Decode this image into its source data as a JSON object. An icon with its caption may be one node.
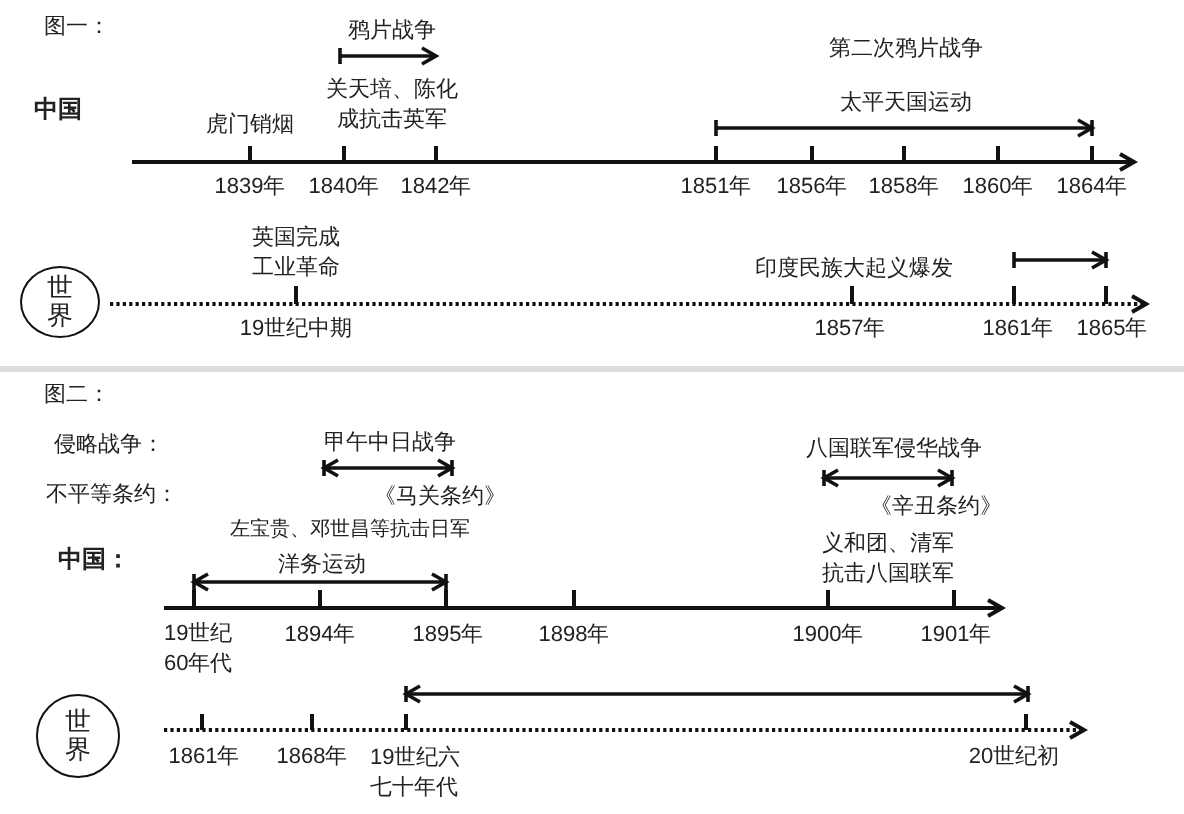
{
  "diagram": {
    "nodes": [
      {
        "text": [
          "世界"
        ]
      },
      {
        "text": [
          "世界"
        ]
      }
    ],
    "labels": [
      "图一：",
      "鸦片战争",
      "第二次鸦片战争",
      "中国",
      "虎门销烟",
      "关天培、陈化成抗击英军",
      "太平天国运动",
      "1839年",
      "1840年",
      "1842年",
      "1851年",
      "1856年",
      "1858年",
      "1860年",
      "1864年",
      "英国完成工业革命",
      "印度民族大起义爆发",
      "19世纪中期",
      "1857年",
      "1861年",
      "1865年",
      "图二：",
      "侵略战争：",
      "甲午中日战争",
      "八国联军侵华战争",
      "不平等条约：",
      "《马关条约》",
      "《辛丑条约》",
      "左宝贵、邓世昌等抗击日军",
      "中国：",
      "洋务运动",
      "义和团、清军抗击八国联军",
      "19世纪60年代",
      "1894年",
      "1895年",
      "1898年",
      "1900年",
      "1901年",
      "1861年",
      "1868年",
      "19世纪六七十年代",
      "20世纪初"
    ]
  }
}
